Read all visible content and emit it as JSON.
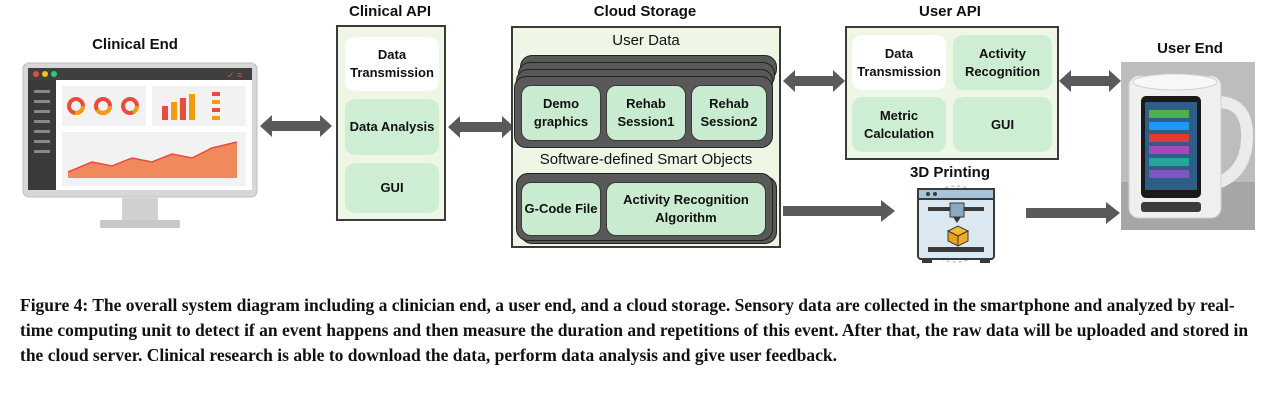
{
  "clinical_end": {
    "title": "Clinical End"
  },
  "clinical_api": {
    "title": "Clinical API",
    "items": [
      "Data Transmission",
      "Data Analysis",
      "GUI"
    ]
  },
  "cloud_storage": {
    "title": "Cloud Storage",
    "user_data": {
      "label": "User Data",
      "items": [
        "Demo graphics",
        "Rehab Session1",
        "Rehab Session2"
      ]
    },
    "smart_objects": {
      "label": "Software-defined Smart Objects",
      "items": [
        "G-Code File",
        "Activity Recognition Algorithm"
      ]
    }
  },
  "user_api": {
    "title": "User API",
    "items": [
      "Data Transmission",
      "Activity Recognition",
      "Metric Calculation",
      "GUI"
    ]
  },
  "printing": {
    "title": "3D Printing"
  },
  "user_end": {
    "title": "User End"
  },
  "caption": "Figure 4: The overall system diagram including a clinician end, a user end, and a cloud storage. Sensory data are collected in the smartphone and analyzed by real-time computing unit to detect if an event happens and then measure the duration and repetitions of this event. After that, the raw data will be uploaded and stored in the cloud server. Clinical research is able to download the data, perform data analysis and give user feedback.",
  "colors": {
    "panel_fill": "#eef7e6",
    "box_green": "#cdeed3",
    "arrow": "#5a5a5a",
    "stack_layer": "#595959"
  }
}
